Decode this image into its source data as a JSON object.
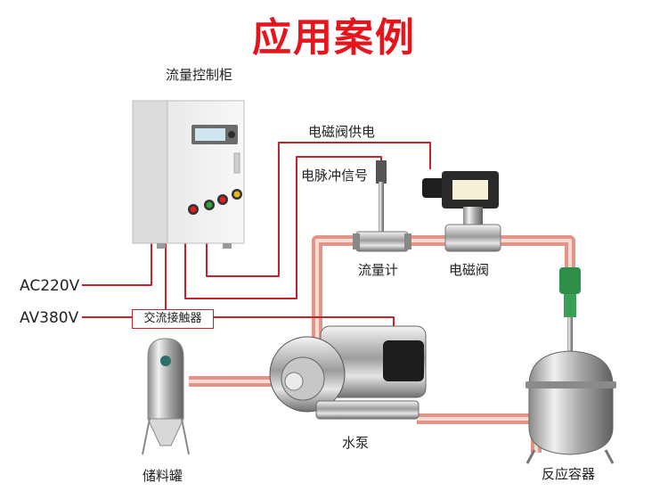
{
  "title": "应用案例",
  "labels": {
    "control_cabinet": "流量控制柜",
    "valve_power": "电磁阀供电",
    "pulse_signal": "电脉冲信号",
    "flow_meter": "流量计",
    "solenoid_valve": "电磁阀",
    "ac220": "AC220V",
    "av380": "AV380V",
    "contactor": "交流接触器",
    "pump": "水泵",
    "storage_tank": "储料罐",
    "reactor": "反应容器"
  },
  "colors": {
    "title": "#e8141b",
    "wire": "#c8232b",
    "pipe": "#e8a39a",
    "pipe_core": "#f6d3cd"
  }
}
